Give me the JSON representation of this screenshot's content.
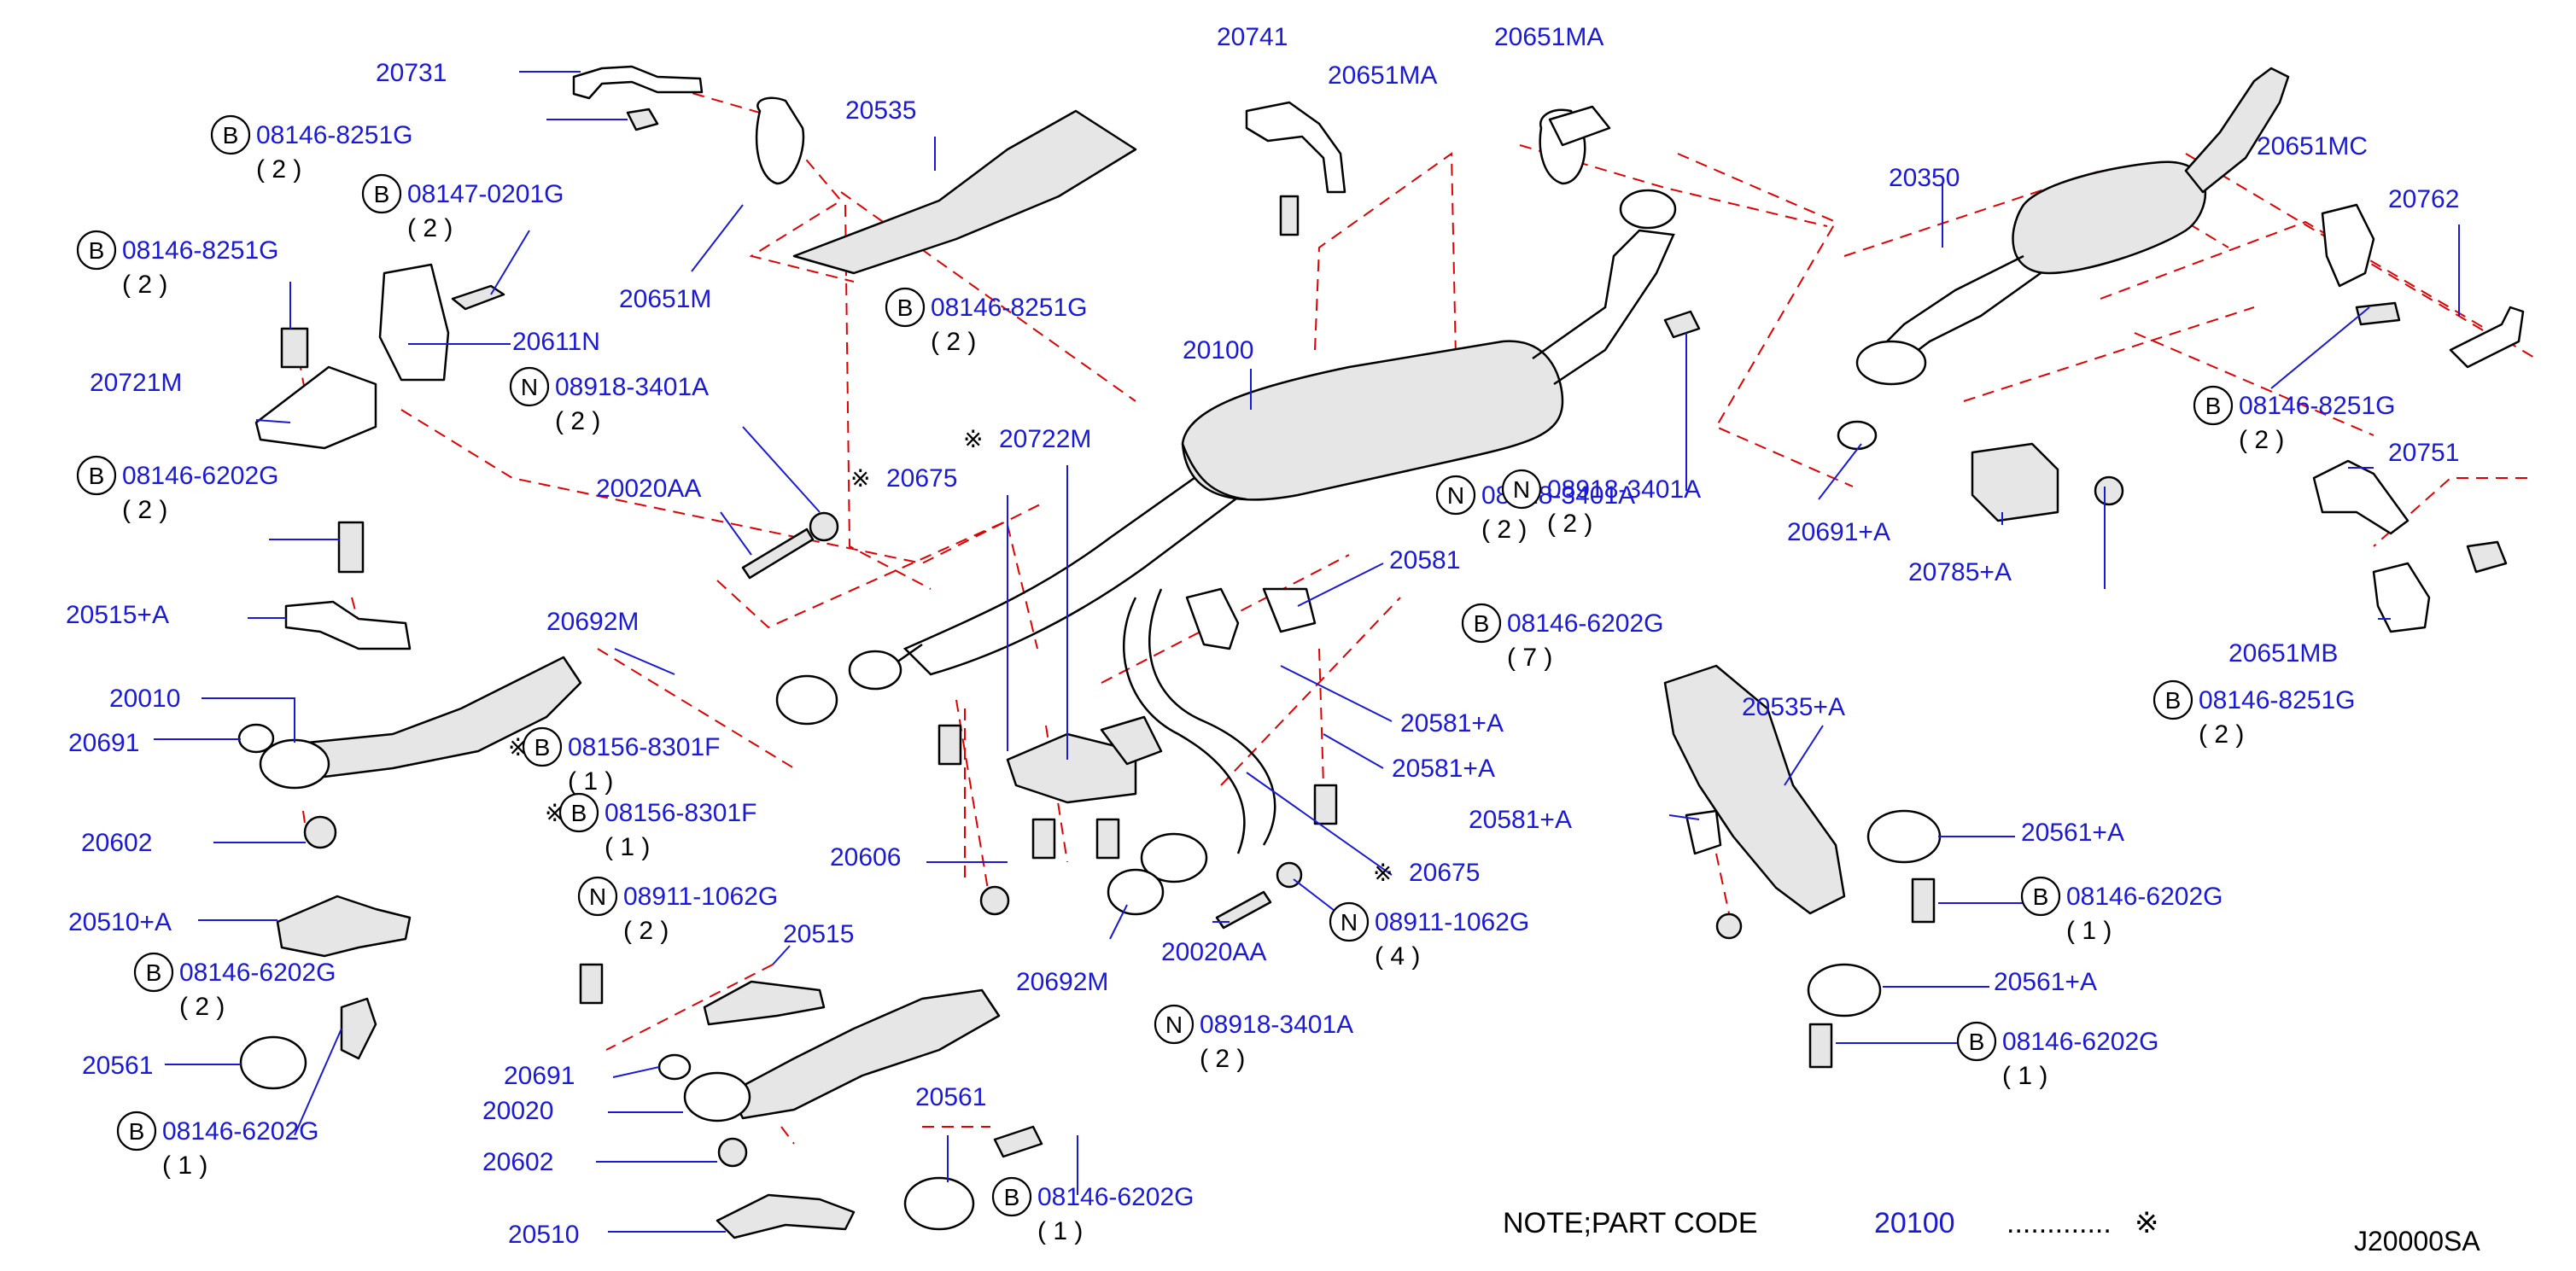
{
  "diagram_code": "J20000SA",
  "note": {
    "label": "NOTE;PART   CODE",
    "part_number": "20100",
    "dots": ".............",
    "mark": "※"
  },
  "callouts": [
    {
      "text": "20731"
    },
    {
      "text": "08146-8251G",
      "prefix": "B",
      "qty": "( 2 )"
    },
    {
      "text": "08147-0201G",
      "prefix": "B",
      "qty": "( 2 )"
    },
    {
      "text": "08146-8251G",
      "prefix": "B",
      "qty": "( 2 )"
    },
    {
      "text": "20721M"
    },
    {
      "text": "08146-6202G",
      "prefix": "B",
      "qty": "( 2 )"
    },
    {
      "text": "20515+A"
    },
    {
      "text": "20010"
    },
    {
      "text": "20691"
    },
    {
      "text": "20602"
    },
    {
      "text": "20510+A"
    },
    {
      "text": "08146-6202G",
      "prefix": "B",
      "qty": "( 2 )"
    },
    {
      "text": "20561"
    },
    {
      "text": "08146-6202G",
      "prefix": "B",
      "qty": "( 1 )"
    },
    {
      "text": "20535"
    },
    {
      "text": "20651M"
    },
    {
      "text": "20611N"
    },
    {
      "text": "08918-3401A",
      "prefix": "N",
      "qty": "( 2 )"
    },
    {
      "text": "20020AA"
    },
    {
      "text": "20692M"
    },
    {
      "text": "08156-8301F",
      "prefix": "B",
      "qty": "( 1 )",
      "mark": "※"
    },
    {
      "text": "08156-8301F",
      "prefix": "B",
      "qty": "( 1 )",
      "mark": "※"
    },
    {
      "text": "08911-1062G",
      "prefix": "N",
      "qty": "( 2 )"
    },
    {
      "text": "20515"
    },
    {
      "text": "20691"
    },
    {
      "text": "20020"
    },
    {
      "text": "20602"
    },
    {
      "text": "20510"
    },
    {
      "text": "20561"
    },
    {
      "text": "08146-6202G",
      "prefix": "B",
      "qty": "( 1 )"
    },
    {
      "text": "08146-8251G",
      "prefix": "B",
      "qty": "( 2 )"
    },
    {
      "text": "20722M",
      "mark": "※"
    },
    {
      "text": "20675",
      "mark": "※"
    },
    {
      "text": "20606"
    },
    {
      "text": "20692M"
    },
    {
      "text": "20741"
    },
    {
      "text": "20651MA"
    },
    {
      "text": "20651MA"
    },
    {
      "text": "20100"
    },
    {
      "text": "20581"
    },
    {
      "text": "20581+A"
    },
    {
      "text": "20581+A"
    },
    {
      "text": "20675",
      "mark": "※"
    },
    {
      "text": "20020AA"
    },
    {
      "text": "08911-1062G",
      "prefix": "N",
      "qty": "( 4 )"
    },
    {
      "text": "08918-3401A",
      "prefix": "N",
      "qty": "( 2 )"
    },
    {
      "text": "08918-3401A",
      "prefix": "N",
      "qty": "( 2 )"
    },
    {
      "text": "08146-6202G",
      "prefix": "B",
      "qty": "( 7 )"
    },
    {
      "text": "20535+A"
    },
    {
      "text": "20581+A"
    },
    {
      "text": "20350"
    },
    {
      "text": "20651MC"
    },
    {
      "text": "20762"
    },
    {
      "text": "08146-8251G",
      "prefix": "B",
      "qty": "( 2 )"
    },
    {
      "text": "20751"
    },
    {
      "text": "20691+A"
    },
    {
      "text": "20785+A"
    },
    {
      "text": "08918-3401A",
      "prefix": "N",
      "qty": "( 2 )"
    },
    {
      "text": "20651MB"
    },
    {
      "text": "08146-8251G",
      "prefix": "B",
      "qty": "( 2 )"
    },
    {
      "text": "20561+A"
    },
    {
      "text": "08146-6202G",
      "prefix": "B",
      "qty": "( 1 )"
    },
    {
      "text": "20561+A"
    },
    {
      "text": "08146-6202G",
      "prefix": "B",
      "qty": "( 1 )"
    }
  ]
}
